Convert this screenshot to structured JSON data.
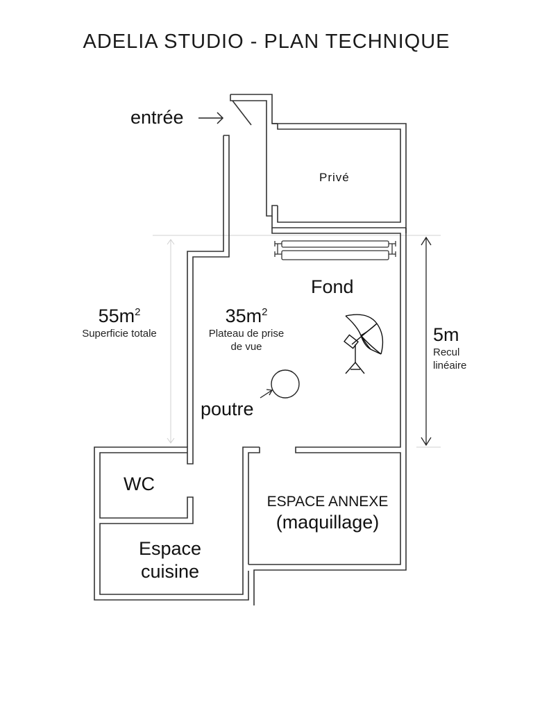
{
  "title": "ADELIA STUDIO - PLAN TECHNIQUE",
  "colors": {
    "wall": "#333333",
    "guide": "#cccccc",
    "text": "#111111"
  },
  "entrance": {
    "label": "entrée",
    "icon": "arrow-right-icon"
  },
  "rooms": {
    "prive": "Privé",
    "fond": "Fond",
    "wc": "WC",
    "cuisine_line1": "Espace",
    "cuisine_line2": "cuisine",
    "annexe_line1": "ESPACE ANNEXE",
    "annexe_line2": "(maquillage)"
  },
  "measures": {
    "total": {
      "value": "55m",
      "exp": "2",
      "caption": "Superficie totale"
    },
    "plateau": {
      "value": "35m",
      "exp": "2",
      "caption_line1": "Plateau de prise",
      "caption_line2": "de vue"
    },
    "recul": {
      "value": "5m",
      "caption_line1": "Recul",
      "caption_line2": "linéaire"
    }
  },
  "beam": {
    "label": "poutre",
    "icon": "arrow-up-right-icon"
  },
  "equipment": {
    "backdrop_icon": "backdrop-roll-icon",
    "light_icon": "umbrella-light-icon"
  }
}
